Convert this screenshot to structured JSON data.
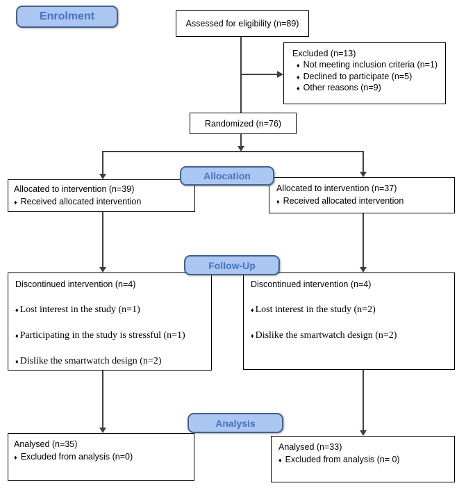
{
  "stages": {
    "enrolment": "Enrolment",
    "allocation": "Allocation",
    "followup": "Follow-Up",
    "analysis": "Analysis"
  },
  "boxes": {
    "assessed": {
      "text": "Assessed for eligibility (n=89)"
    },
    "excluded": {
      "title": "Excluded (n=13)",
      "bullets": [
        "Not meeting inclusion criteria (n=1)",
        "Declined to participate (n=5)",
        "Other reasons (n=9)"
      ]
    },
    "randomized": {
      "text": "Randomized (n=76)"
    },
    "alloc_left": {
      "title": "Allocated to intervention (n=39)",
      "bullets": [
        "Received allocated intervention"
      ]
    },
    "alloc_right": {
      "title": "Allocated to intervention (n=37)",
      "bullets": [
        "Received allocated intervention"
      ]
    },
    "follow_left": {
      "title": "Discontinued intervention (n=4)",
      "bullets": [
        "Lost interest in the study (n=1)",
        "Participating in the study is stressful (n=1)",
        "Dislike the smartwatch design (n=2)"
      ]
    },
    "follow_right": {
      "title": "Discontinued intervention (n=4)",
      "bullets": [
        "Lost interest in the study (n=2)",
        "Dislike the smartwatch design (n=2)"
      ]
    },
    "analysis_left": {
      "title": "Analysed (n=35)",
      "bullets": [
        "Excluded from analysis (n=0)"
      ]
    },
    "analysis_right": {
      "title": "Analysed (n=33)",
      "bullets": [
        "Excluded from analysis (n= 0)"
      ]
    }
  },
  "bullet_glyph": "♦",
  "colors": {
    "stage_fill": "#abc6f1",
    "stage_border": "#40618f",
    "stage_text": "#4472c4",
    "box_border": "#000000",
    "connector": "#3f3f3f"
  }
}
